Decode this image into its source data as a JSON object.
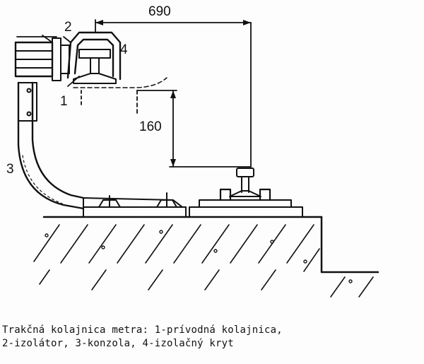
{
  "diagram": {
    "dimensions": {
      "horizontal": "690",
      "vertical": "160"
    },
    "part_labels": [
      "1",
      "2",
      "3",
      "4"
    ]
  },
  "caption": {
    "line1": "Trakčná kolajnica metra: 1-prívodná kolajnica,",
    "line2": "2-izolátor, 3-konzola, 4-izolačný kryt"
  }
}
